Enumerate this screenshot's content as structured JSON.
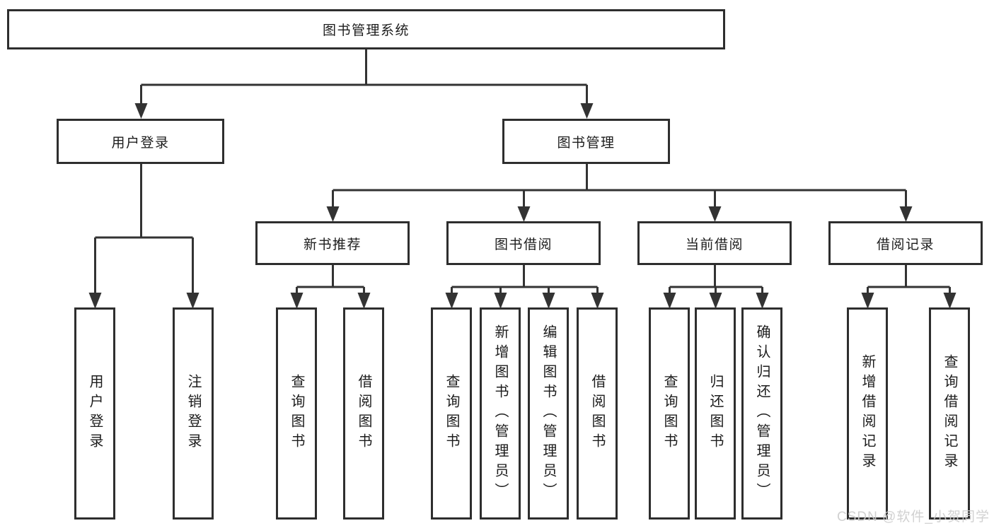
{
  "tree": {
    "root": "图书管理系统",
    "branches": [
      {
        "label": "用户登录",
        "leaves": [
          "用户登录",
          "注销登录"
        ]
      },
      {
        "label": "图书管理",
        "sections": [
          {
            "label": "新书推荐",
            "leaves": [
              "查询图书",
              "借阅图书"
            ]
          },
          {
            "label": "图书借阅",
            "leaves": [
              "查询图书",
              "新增图书（管理员）",
              "编辑图书（管理员）",
              "借阅图书"
            ]
          },
          {
            "label": "当前借阅",
            "leaves": [
              "查询图书",
              "归还图书",
              "确认归还（管理员）"
            ]
          },
          {
            "label": "借阅记录",
            "leaves": [
              "新增借阅记录",
              "查询借阅记录"
            ]
          }
        ]
      }
    ]
  },
  "watermark": {
    "text": "CSDN @软件_小贺同学"
  },
  "colors": {
    "line": "#333333",
    "border": "#2e2e2e",
    "text": "#1c1c1c",
    "watermark": "#cdcdcd",
    "background": "#ffffff"
  }
}
